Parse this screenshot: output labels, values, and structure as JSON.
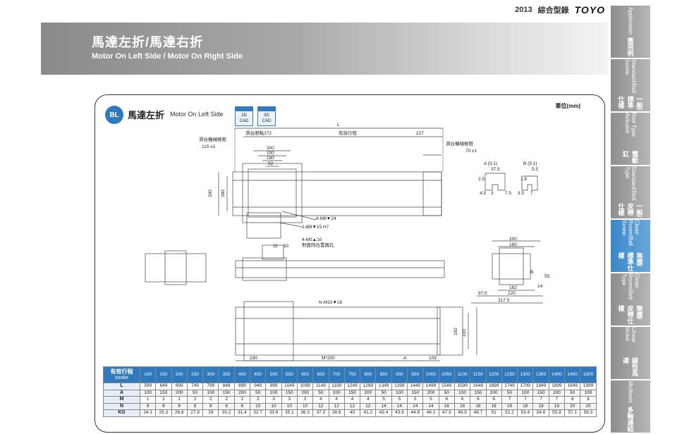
{
  "header": {
    "year": "2013",
    "catalog": "綜合型錄",
    "brand": "TOYO"
  },
  "banner": {
    "title_zh": "馬達左折/馬達右折",
    "title_en": "Motor On Left Side / Motor On Right Side"
  },
  "sidebar": [
    {
      "zh": "應用例",
      "en": "Application",
      "active": false
    },
    {
      "zh": "一般/標準仕樣",
      "en": "Standard/Ball Screw",
      "active": false
    },
    {
      "zh": "電動缸",
      "en": "Rod Type Actuator",
      "active": false
    },
    {
      "zh": "一般/皮帶仕樣",
      "en": "Standard/Belt Type",
      "active": false
    },
    {
      "zh": "無塵/標準仕樣",
      "en": "Clean Room/Ball Screw",
      "active": true
    },
    {
      "zh": "無塵/皮帶仕樣",
      "en": "Clean Room/Belt Type",
      "active": false
    },
    {
      "zh": "線性馬達",
      "en": "Linear Motor",
      "active": false
    },
    {
      "zh": "多軸連結",
      "en": "Multiaxis",
      "active": false
    }
  ],
  "section": {
    "badge": "BL",
    "title_zh": "馬達左折",
    "title_en": "Motor On Left Side",
    "cad_2d": [
      "2D",
      "CAD"
    ],
    "cad_3d": [
      "3D",
      "CAD"
    ],
    "unit": "單位(mm)"
  },
  "drawing": {
    "L": "L",
    "origin": "滑台原點272",
    "stroke": "有效行程",
    "d227": "227",
    "limit_left": "滑台機械極限",
    "limit_left_val": "115 ±1",
    "limit_right": "滑台機械極限",
    "limit_right_val": "70 ±1",
    "d300": "300",
    "d200": "200",
    "d180": "180",
    "d92": "92",
    "h200": "200",
    "h180": "180",
    "bolt1": "8-M8▼24",
    "pin": "2-Ø8▼15 H7",
    "bolt2": "4-M5▲10",
    "hole_note": "對面同位置兩孔",
    "d11": "11",
    "d50": "50",
    "detailA": "A (5:1)",
    "detailB": "B (5:1)",
    "a375": "37.5",
    "b55": "5.5",
    "a25": "2.5",
    "b18": "1.8",
    "a45": "4.5",
    "a3": "3",
    "a75": "7.5",
    "b35": "3.5",
    "b7": "7",
    "e200": "200",
    "e180": "180",
    "e182": "182",
    "e14": "14",
    "e975": "97.5",
    "e220": "220",
    "e3175": "317.5",
    "e55": "55",
    "eB": "B",
    "bolt3": "N-M10▼16",
    "f190": "190",
    "fM200": "M*200",
    "fA": "A",
    "f109": "109",
    "f192": "192",
    "f220": "220"
  },
  "table": {
    "head_zh": "有效行程",
    "head_en": "stroke",
    "strokes": [
      100,
      150,
      200,
      250,
      300,
      350,
      400,
      450,
      500,
      550,
      600,
      650,
      700,
      750,
      800,
      850,
      900,
      950,
      1000,
      1050,
      1100,
      1150,
      1200,
      1250,
      1300,
      1350,
      1400,
      1450,
      1500
    ],
    "rows": [
      {
        "label": "L",
        "values": [
          599,
          649,
          699,
          749,
          799,
          849,
          899,
          949,
          999,
          1049,
          1099,
          1149,
          1199,
          1249,
          1299,
          1349,
          1399,
          1449,
          1499,
          1549,
          1599,
          1649,
          1699,
          1749,
          1799,
          1849,
          1899,
          1949,
          1999
        ]
      },
      {
        "label": "A",
        "values": [
          100,
          150,
          200,
          50,
          100,
          150,
          200,
          50,
          100,
          150,
          200,
          50,
          100,
          150,
          200,
          50,
          100,
          150,
          200,
          50,
          100,
          150,
          200,
          50,
          100,
          150,
          200,
          50,
          100
        ]
      },
      {
        "label": "M",
        "values": [
          1,
          1,
          1,
          2,
          2,
          2,
          2,
          3,
          3,
          3,
          3,
          4,
          4,
          4,
          4,
          5,
          5,
          5,
          5,
          6,
          6,
          6,
          6,
          7,
          7,
          7,
          7,
          8,
          8
        ]
      },
      {
        "label": "N",
        "values": [
          6,
          6,
          6,
          8,
          8,
          8,
          8,
          10,
          10,
          10,
          10,
          12,
          12,
          12,
          12,
          14,
          14,
          14,
          14,
          16,
          16,
          16,
          16,
          18,
          18,
          18,
          18,
          20,
          20
        ]
      },
      {
        "label": "KG",
        "values": [
          24.1,
          25.3,
          26.6,
          27.8,
          29,
          30.2,
          31.4,
          32.7,
          33.9,
          35.1,
          36.3,
          37.5,
          38.8,
          40,
          41.2,
          42.4,
          43.6,
          44.9,
          46.1,
          47.3,
          48.5,
          49.7,
          51,
          52.2,
          53.4,
          54.6,
          55.8,
          57.1,
          58.3
        ]
      }
    ]
  }
}
